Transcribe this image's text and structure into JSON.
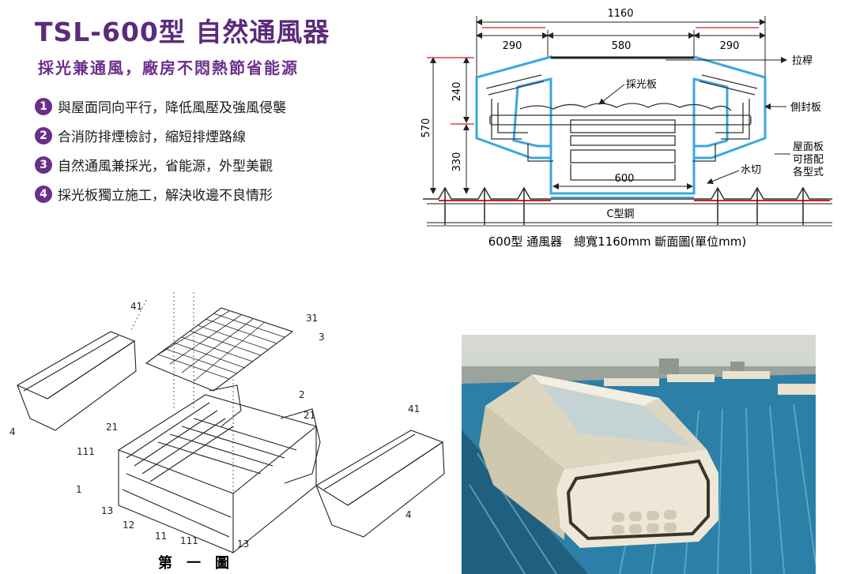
{
  "header": {
    "title": "TSL-600型 自然通風器",
    "subtitle": "採光兼通風，廠房不悶熱節省能源"
  },
  "features": [
    {
      "num": "1",
      "text": "與屋面同向平行，降低風壓及強風侵襲"
    },
    {
      "num": "2",
      "text": "合消防排煙檢討，縮短排煙路線"
    },
    {
      "num": "3",
      "text": "自然通風兼採光，省能源，外型美觀"
    },
    {
      "num": "4",
      "text": "採光板獨立施工，解決收邊不良情形"
    }
  ],
  "section_diagram": {
    "dims": {
      "total_width": "1160",
      "left": "290",
      "center": "580",
      "right": "290",
      "height_total": "570",
      "height_top": "240",
      "height_bottom": "330",
      "throat": "600"
    },
    "labels": {
      "pull_rod": "拉桿",
      "skylight_panel": "採光板",
      "side_cover": "側封板",
      "roof_panel": "屋面板",
      "roof_panel_note1": "可搭配",
      "roof_panel_note2": "各型式",
      "flashing": "水切",
      "c_steel": "C型鋼"
    },
    "caption": "600型 通風器　總寬1160mm 斷面圖(單位mm)"
  },
  "exploded_view": {
    "caption": "第　一　圖",
    "part_numbers": [
      "41",
      "31",
      "3",
      "4",
      "2",
      "21",
      "21",
      "111",
      "41",
      "1",
      "13",
      "12",
      "11",
      "111",
      "13",
      "4"
    ]
  },
  "photo": {
    "colors": {
      "sky": "#c8ccc6",
      "roof": "#1e6f93",
      "roof_light": "#3d8fb2",
      "unit": "#e8e2cf"
    }
  }
}
